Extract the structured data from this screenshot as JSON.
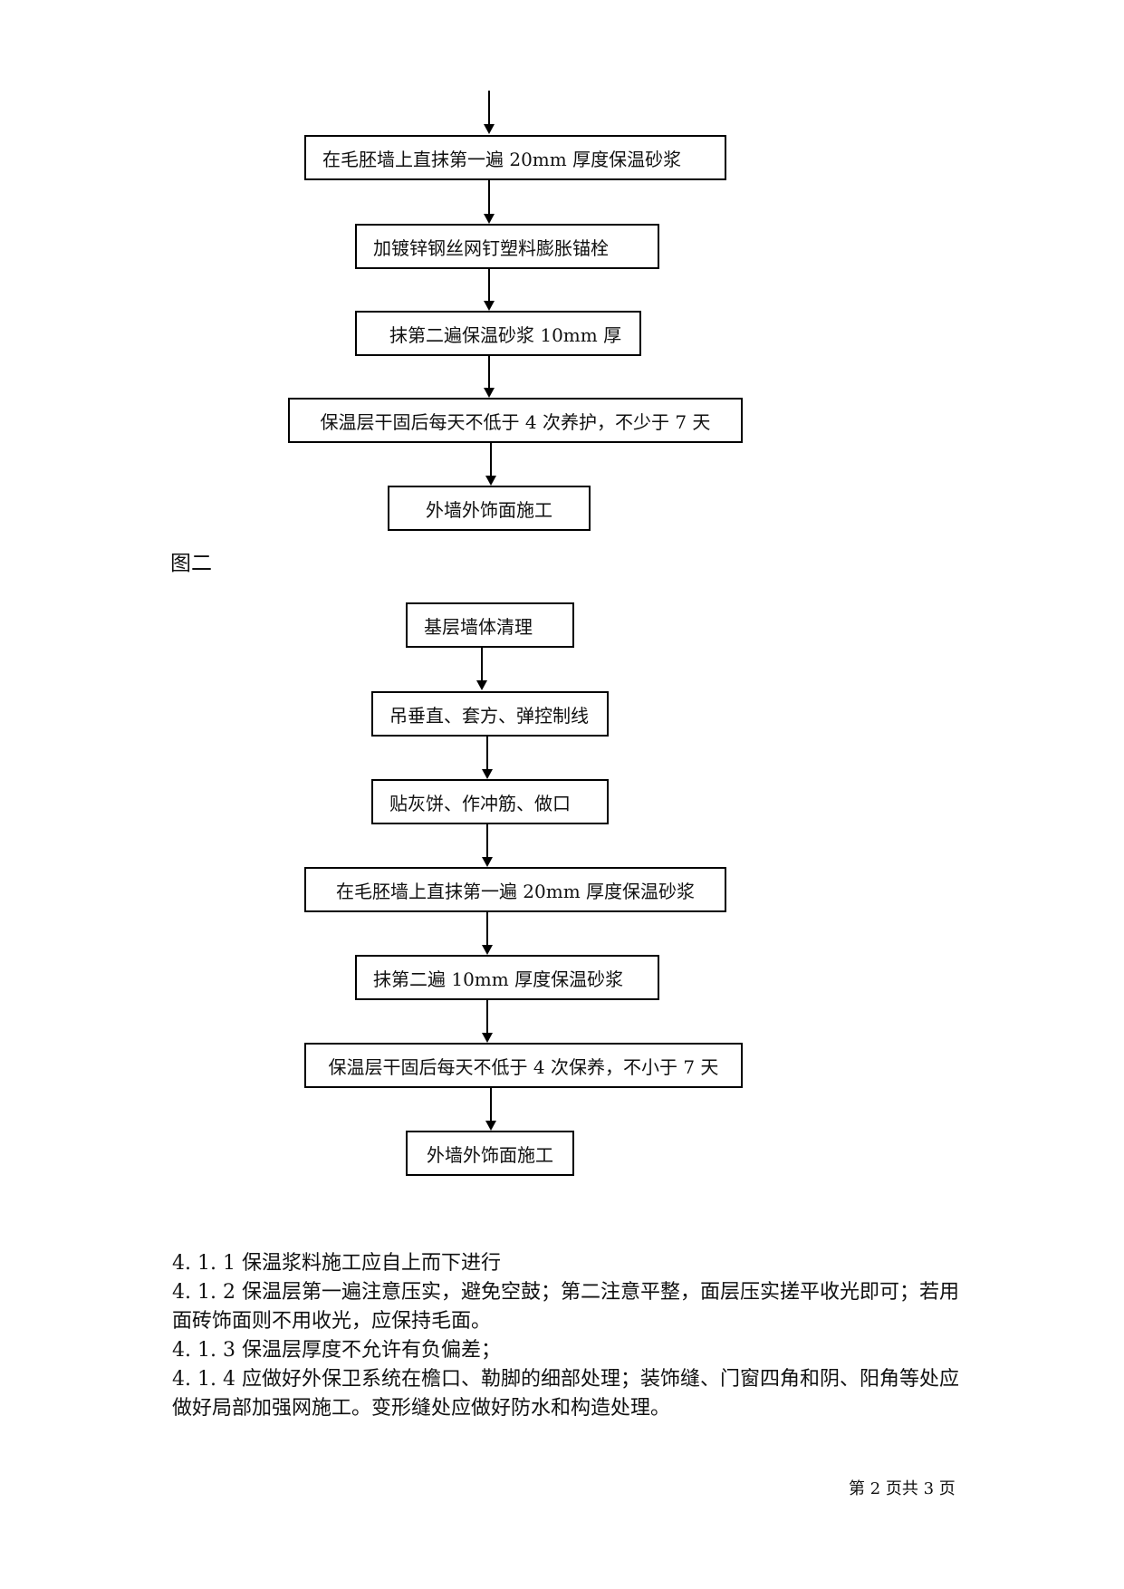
{
  "figure1": {
    "steps": [
      "在毛胚墙上直抹第一遍 20mm 厚度保温砂浆",
      "加镀锌钢丝网钉塑料膨胀锚栓",
      "抹第二遍保温砂浆 10mm 厚",
      "保温层干固后每天不低于 4 次养护，不少于 7 天",
      "外墙外饰面施工"
    ]
  },
  "figure2": {
    "label": "图二",
    "steps": [
      "基层墙体清理",
      "吊垂直、套方、弹控制线",
      "贴灰饼、作冲筋、做口",
      "在毛胚墙上直抹第一遍 20mm 厚度保温砂浆",
      "抹第二遍 10mm 厚度保温砂浆",
      "保温层干固后每天不低于 4 次保养，不小于 7 天",
      "外墙外饰面施工"
    ]
  },
  "paragraphs": [
    "4. 1. 1 保温浆料施工应自上而下进行",
    "4. 1. 2 保温层第一遍注意压实，避免空鼓；第二注意平整，面层压实搓平收光即可；若用面砖饰面则不用收光，应保持毛面。",
    "4. 1. 3 保温层厚度不允许有负偏差；",
    "4. 1. 4 应做好外保卫系统在檐口、勒脚的细部处理；装饰缝、门窗四角和阴、阳角等处应做好局部加强网施工。变形缝处应做好防水和构造处理。"
  ],
  "footer": "第 2 页共  3 页"
}
